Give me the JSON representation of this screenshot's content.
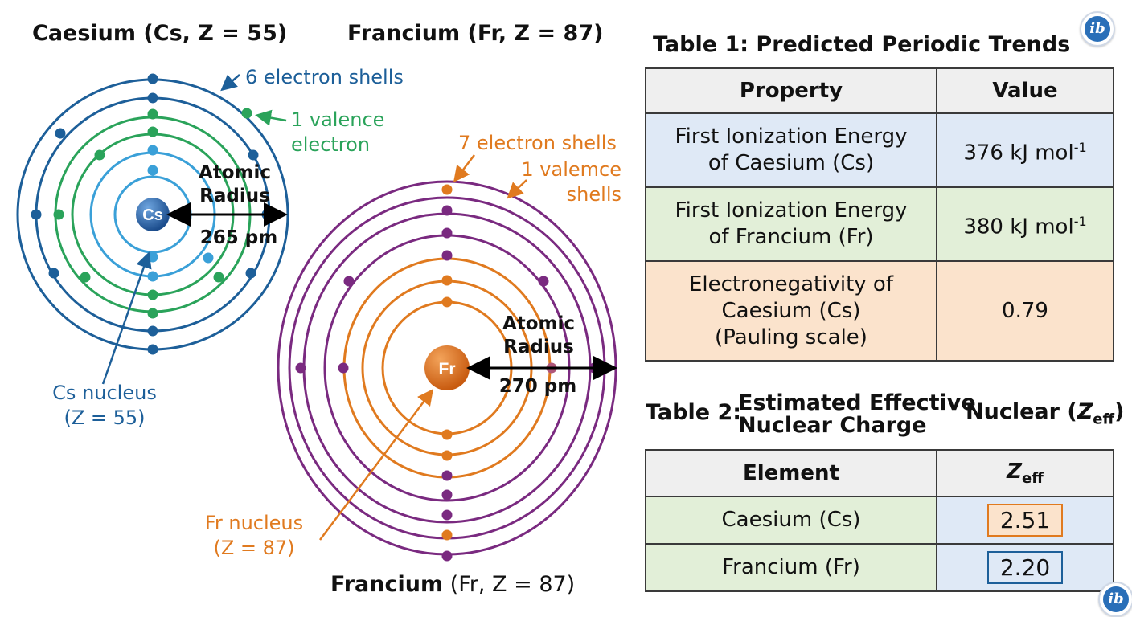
{
  "cs": {
    "title": "Caesium (Cs, Z = 55)",
    "nucleus_symbol": "Cs",
    "shells_note": "6 electron shells",
    "valence_note_line1": "1 valence",
    "valence_note_line2": "electron",
    "radius_label_line1": "Atomic",
    "radius_label_line2": "Radius",
    "radius_value": "265 pm",
    "nucleus_label_line1": "Cs nucleus",
    "nucleus_label_line2": "(Z = 55)"
  },
  "fr": {
    "title": "Francium (Fr, Z = 87)",
    "nucleus_symbol": "Fr",
    "shells_note": "7 electron shells",
    "valence_note_line1": "1 valemce",
    "valence_note_line2": "shells",
    "radius_label_line1": "Atomic",
    "radius_label_line2": "Radius",
    "radius_value": "270 pm",
    "nucleus_label_line1": "Fr nucleus",
    "nucleus_label_line2": "(Z = 87)",
    "bottom_title_bold": "Francium",
    "bottom_title_rest": " (Fr, Z = 87)"
  },
  "table1": {
    "title": "Table 1: Predicted Periodic Trends",
    "headers": [
      "Property",
      "Value"
    ],
    "rows": [
      {
        "property_line1": "First Ionization Energy",
        "property_line2": "of Caesium (Cs)",
        "property_line3": "",
        "value": "376 kJ mol",
        "value_sup": "-1"
      },
      {
        "property_line1": "First Ionization Energy",
        "property_line2": "of Francium (Fr)",
        "property_line3": "",
        "value": "380 kJ mol",
        "value_sup": "-1"
      },
      {
        "property_line1": "Electronegativity of",
        "property_line2": "Caesium (Cs)",
        "property_line3": "(Pauling scale)",
        "value": "0.79",
        "value_sup": ""
      }
    ]
  },
  "table2": {
    "title_prefix": "Table 2:",
    "title_line1": "Estimated Effective",
    "title_line2": "Nuclear Charge",
    "title_suffix": "Nuclear",
    "title_symbol": "Z",
    "title_symbol_sub": "eff",
    "headers": [
      "Element",
      "Z",
      "eff"
    ],
    "rows": [
      {
        "element": "Caesium (Cs)",
        "zeff": "2.51"
      },
      {
        "element": "Francium (Fr)",
        "zeff": "2.20"
      }
    ]
  },
  "logo_text": "ib",
  "colors": {
    "cs_outer": "#1d5f99",
    "cs_green": "#2aa35a",
    "cs_light": "#3aa0d8",
    "fr_purple": "#7a2a80",
    "fr_orange": "#e07a1f",
    "row_blue": "#dfe9f6",
    "row_green": "#e2efd8",
    "row_orange": "#fbe3cc",
    "header_gray": "#efefef"
  }
}
